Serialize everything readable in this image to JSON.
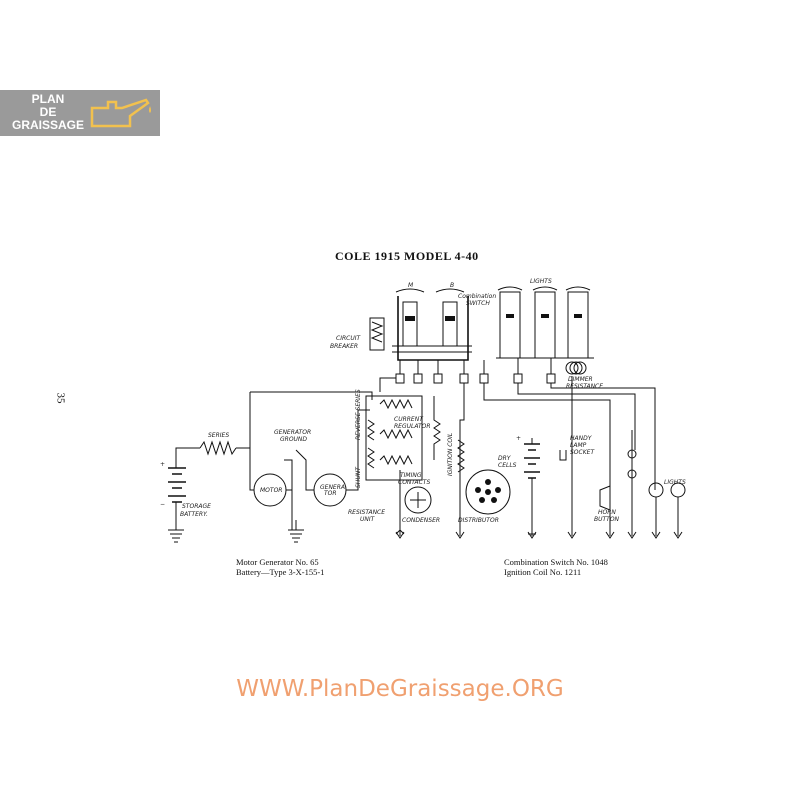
{
  "logo": {
    "line1": "PLAN",
    "line2": "DE",
    "line3": "GRAISSAGE"
  },
  "page_number": "35",
  "title": "COLE 1915 MODEL 4-40",
  "captions": {
    "left_line1": "Motor Generator No. 65",
    "left_line2": "Battery—Type 3-X-155-1",
    "right_line1": "Combination Switch No. 1048",
    "right_line2": "Ignition Coil No. 1211"
  },
  "labels": {
    "m": "M",
    "b": "B",
    "lights_top": "LIGHTS",
    "combination_switch_1": "Combination",
    "combination_switch_2": "SWITCH",
    "circuit_breaker_1": "CIRCUIT",
    "circuit_breaker_2": "BREAKER",
    "dimmer_1": "DIMMER",
    "dimmer_2": "RESISTANCE",
    "series": "SERIES",
    "generator_ground_1": "GENERATOR",
    "generator_ground_2": "GROUND",
    "reverse_series": "REVERSE SERIES",
    "current_regulator_1": "CURRENT",
    "current_regulator_2": "REGULATOR",
    "shunt": "SHUNT",
    "ignition_coil": "IGNITION COIL",
    "dry_cells_1": "DRY",
    "dry_cells_2": "CELLS",
    "handy_lamp_1": "HANDY",
    "handy_lamp_2": "LAMP",
    "handy_lamp_3": "SOCKET",
    "lights_right": "LIGHTS",
    "motor": "MOTOR",
    "generator_1": "GENERA",
    "generator_2": "TOR",
    "timing_contacts_1": "TIMING",
    "timing_contacts_2": "CONTACTS",
    "resistance_unit_1": "RESISTANCE",
    "resistance_unit_2": "UNIT",
    "condenser": "CONDENSER",
    "distributor": "DISTRIBUTOR",
    "storage_battery_1": "STORAGE",
    "storage_battery_2": "BATTERY.",
    "horn_button_1": "HORN",
    "horn_button_2": "BUTTON",
    "plus": "+",
    "minus": "−"
  },
  "footer": "WWW.PlanDeGraissage.ORG",
  "colors": {
    "logo_bg": "#9a9a9a",
    "footer": "#f0a070"
  }
}
